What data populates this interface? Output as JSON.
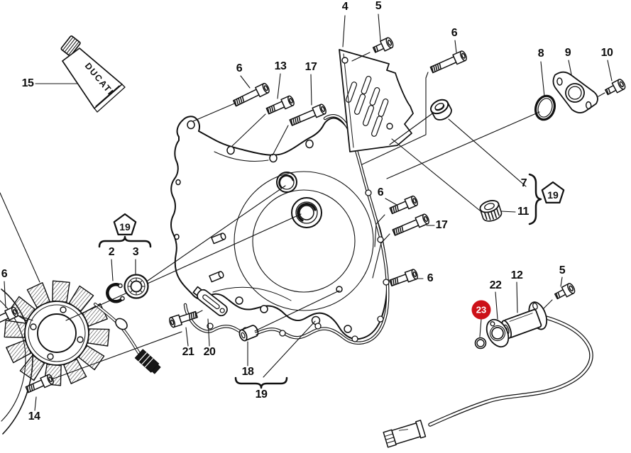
{
  "figure": {
    "type": "exploded-parts-diagram",
    "subject": "engine alternator cover assembly",
    "brand_text": "DUCATI",
    "background_color": "#ffffff",
    "line_color": "#111111",
    "highlight_color": "#cc1118",
    "highlight_text_color": "#ffffff"
  },
  "callouts": [
    {
      "text": "15",
      "highlighted": false
    },
    {
      "text": "4",
      "highlighted": false
    },
    {
      "text": "5",
      "highlighted": false
    },
    {
      "text": "6",
      "highlighted": false
    },
    {
      "text": "13",
      "highlighted": false
    },
    {
      "text": "17",
      "highlighted": false
    },
    {
      "text": "6",
      "highlighted": false
    },
    {
      "text": "8",
      "highlighted": false
    },
    {
      "text": "9",
      "highlighted": false
    },
    {
      "text": "10",
      "highlighted": false
    },
    {
      "text": "7",
      "highlighted": false
    },
    {
      "text": "11",
      "highlighted": false
    },
    {
      "text": "19",
      "highlighted": false
    },
    {
      "text": "6",
      "highlighted": false
    },
    {
      "text": "17",
      "highlighted": false
    },
    {
      "text": "6",
      "highlighted": false
    },
    {
      "text": "19",
      "highlighted": false
    },
    {
      "text": "2",
      "highlighted": false
    },
    {
      "text": "3",
      "highlighted": false
    },
    {
      "text": "6",
      "highlighted": false
    },
    {
      "text": "14",
      "highlighted": false
    },
    {
      "text": "21",
      "highlighted": false
    },
    {
      "text": "20",
      "highlighted": false
    },
    {
      "text": "18",
      "highlighted": false
    },
    {
      "text": "19",
      "highlighted": false
    },
    {
      "text": "22",
      "highlighted": false
    },
    {
      "text": "12",
      "highlighted": false
    },
    {
      "text": "5",
      "highlighted": false
    },
    {
      "text": "23",
      "highlighted": true
    }
  ]
}
